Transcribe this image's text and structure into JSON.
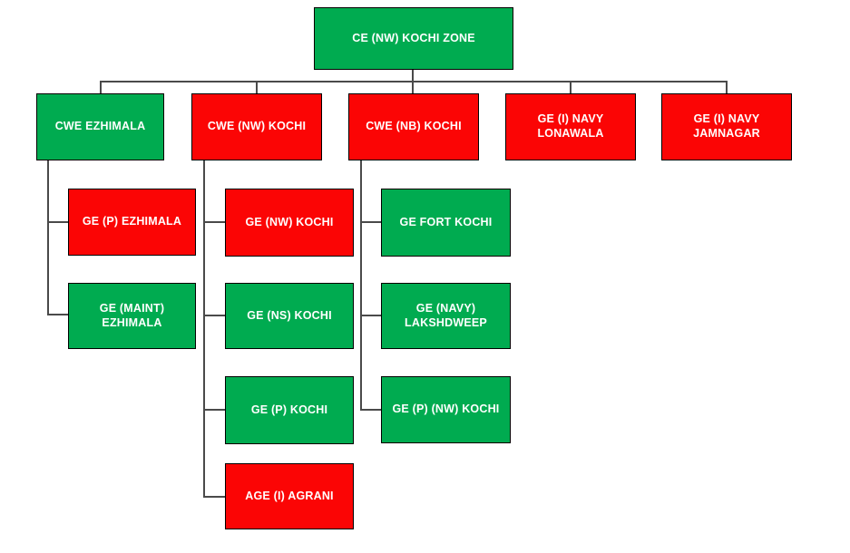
{
  "colors": {
    "node_green": "#00AB50",
    "node_red": "#FB0505",
    "node_border": "#000000",
    "node_text": "#FFFFFF",
    "connector": "#4a4a4a",
    "background": "#FFFFFF"
  },
  "org": {
    "root": {
      "label": "CE (NW) KOCHI ZONE",
      "color": "green",
      "children": [
        {
          "label": "CWE EZHIMALA",
          "color": "green",
          "children": [
            {
              "label": "GE (P) EZHIMALA",
              "color": "red"
            },
            {
              "label": "GE (MAINT) EZHIMALA",
              "color": "green"
            }
          ]
        },
        {
          "label": "CWE (NW) KOCHI",
          "color": "red",
          "children": [
            {
              "label": "GE (NW) KOCHI",
              "color": "red"
            },
            {
              "label": "GE (NS) KOCHI",
              "color": "green"
            },
            {
              "label": "GE (P) KOCHI",
              "color": "green"
            },
            {
              "label": "AGE (I) AGRANI",
              "color": "red"
            }
          ]
        },
        {
          "label": "CWE (NB) KOCHI",
          "color": "red",
          "children": [
            {
              "label": "GE FORT KOCHI",
              "color": "green"
            },
            {
              "label": "GE (NAVY) LAKSHDWEEP",
              "color": "green"
            },
            {
              "label": "GE (P) (NW) KOCHI",
              "color": "green"
            }
          ]
        },
        {
          "label": "GE (I) NAVY LONAWALA",
          "color": "red",
          "children": []
        },
        {
          "label": "GE (I) NAVY JAMNAGAR",
          "color": "red",
          "children": []
        }
      ]
    }
  }
}
